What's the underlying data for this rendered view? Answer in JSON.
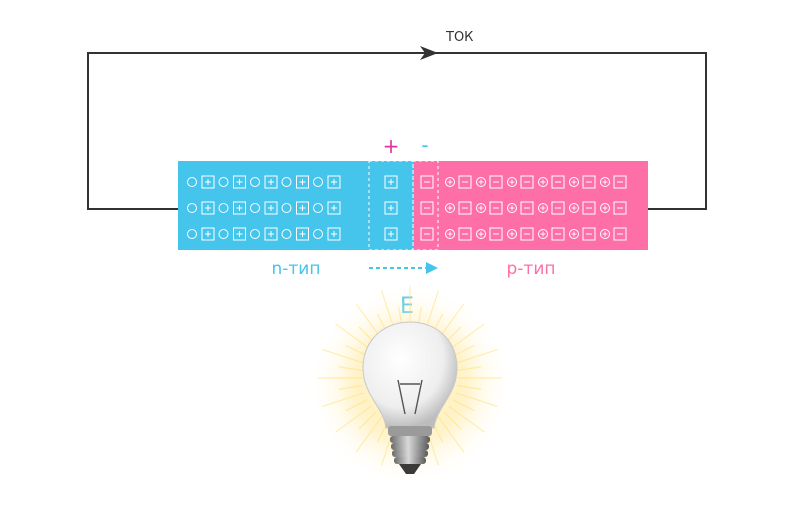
{
  "labels": {
    "current": "ТОК",
    "n_type": "n-тип",
    "p_type": "p-тип",
    "field": "E",
    "plus": "+",
    "minus": "-"
  },
  "colors": {
    "n_region": "#45c4ec",
    "p_region": "#fe6fa8",
    "field_label": "#45c4ec",
    "plus_sign": "#e0339a",
    "minus_sign": "#45c4ec",
    "wire": "#333333",
    "glow": "#ffe9a0"
  },
  "icons": {
    "n_row_patterns": [
      "ob",
      "ob",
      "ob"
    ],
    "p_row_patterns": [
      "b",
      "b",
      "b"
    ],
    "donor_ion_symbol": "+",
    "acceptor_ion_symbol": "-",
    "electron_symbol": "circle",
    "hole_symbol": "circle-plus"
  }
}
